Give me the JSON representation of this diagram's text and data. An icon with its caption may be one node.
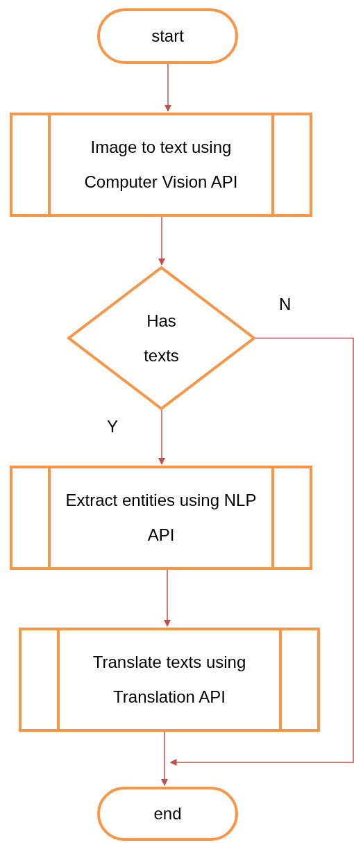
{
  "diagram": {
    "nodes": [
      {
        "text": [
          "start"
        ]
      },
      {
        "text": [
          "Image to text using Computer Vision API"
        ]
      },
      {
        "text": [
          "Has texts"
        ]
      },
      {
        "text": [
          "Extract entities using NLP API"
        ]
      },
      {
        "text": [
          "Translate texts using Translation API"
        ]
      },
      {
        "text": [
          "end"
        ]
      }
    ],
    "edges": [
      {
        "from": 0,
        "to": 1,
        "arrow": "to"
      },
      {
        "from": 1,
        "to": 2,
        "arrow": "to"
      },
      {
        "from": 2,
        "to": 3,
        "arrow": "to",
        "label": "Y"
      },
      {
        "from": 3,
        "to": 4,
        "arrow": "to"
      },
      {
        "from": 4,
        "to": 5,
        "arrow": "to"
      },
      {
        "from": 2,
        "to": 5,
        "arrow": "to",
        "label": "N"
      }
    ]
  }
}
